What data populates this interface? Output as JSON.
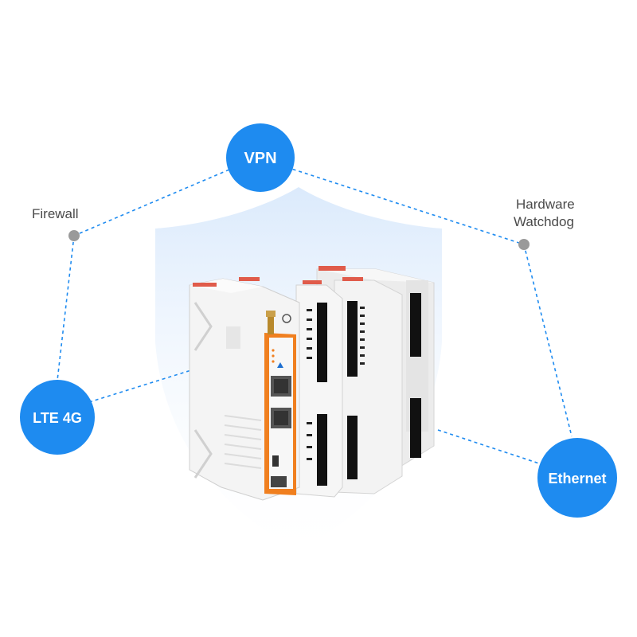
{
  "nodes": {
    "vpn": {
      "label": "VPN"
    },
    "lte": {
      "label": "LTE 4G"
    },
    "ethernet": {
      "label": "Ethernet"
    },
    "firewall": {
      "label": "Firewall"
    },
    "watchdog": {
      "line1": "Hardware",
      "line2": "Watchdog"
    }
  },
  "colors": {
    "accent_blue": "#1e8bf0",
    "dot_gray": "#9a9a9a",
    "shield_blue": "#cfe4fb",
    "device_orange": "#f07f1f",
    "device_body": "#f2f2f2"
  }
}
